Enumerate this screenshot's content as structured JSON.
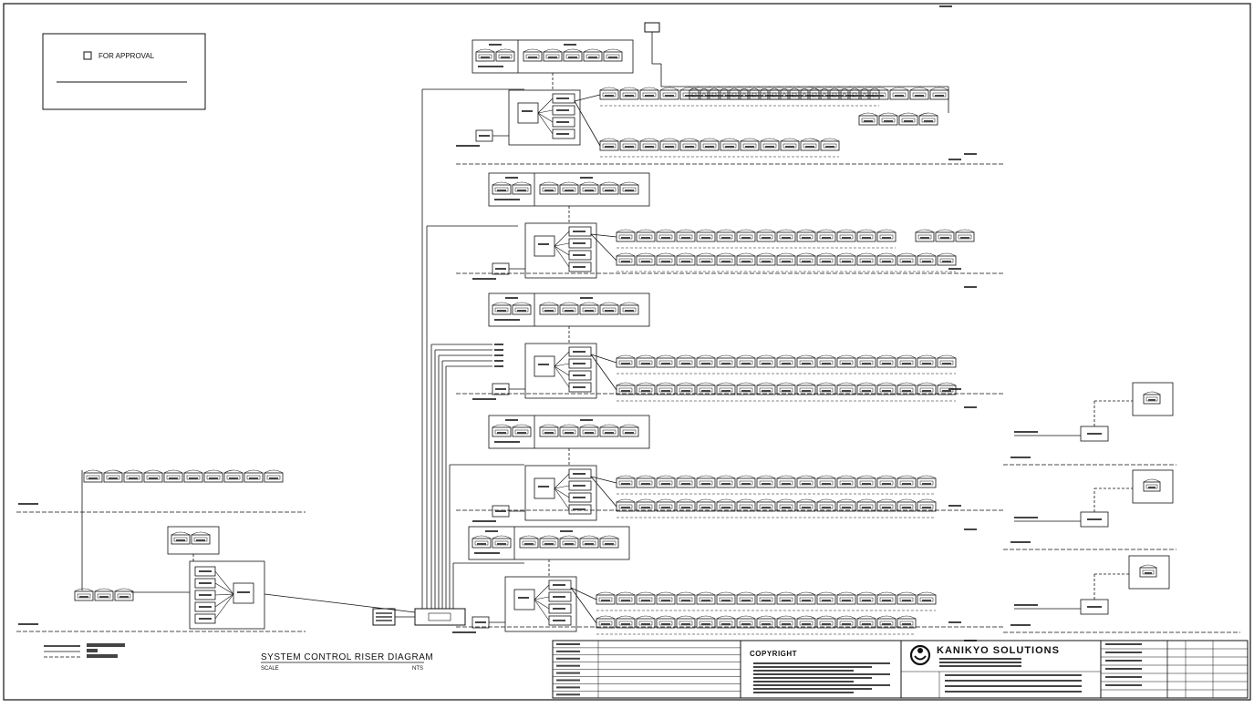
{
  "approval": {
    "label": "FOR APPROVAL"
  },
  "drawing": {
    "title": "SYSTEM CONTROL RISER DIAGRAM",
    "scale_label": "SCALE",
    "scale_value": "NTS"
  },
  "titleblock": {
    "copyright_heading": "COPYRIGHT",
    "company": "KANIKYO SOLUTIONS"
  },
  "colors": {
    "ink": "#111111",
    "paper": "#ffffff"
  }
}
